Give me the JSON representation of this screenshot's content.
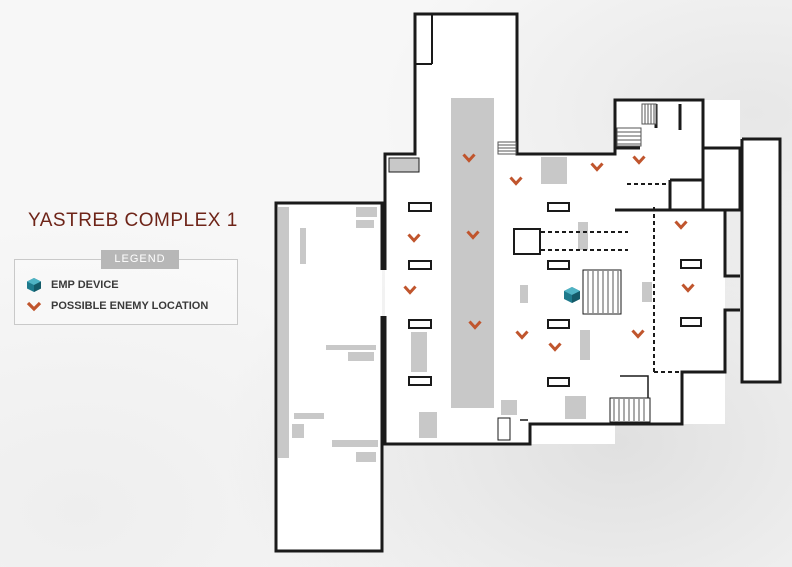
{
  "map": {
    "title": "YASTREB COMPLEX 1",
    "legend": {
      "header": "LEGEND",
      "items": [
        {
          "label": "EMP DEVICE",
          "icon": "emp-device-icon",
          "color": "#1e7a8c"
        },
        {
          "label": "POSSIBLE ENEMY LOCATION",
          "icon": "enemy-chevron-icon",
          "color": "#c0552d"
        }
      ]
    },
    "colors": {
      "wall": "#1a1a1a",
      "floor": "#ffffff",
      "furniture": "#c8c8c8",
      "title": "#6e2418"
    }
  }
}
